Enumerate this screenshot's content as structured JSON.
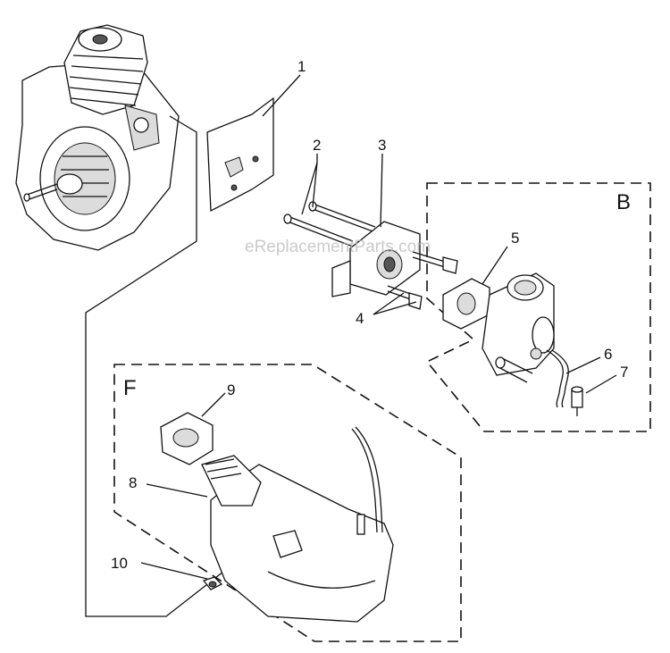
{
  "watermark": "eReplacementParts.com",
  "groups": [
    {
      "id": "B",
      "label": "B"
    },
    {
      "id": "F",
      "label": "F"
    }
  ],
  "callouts": [
    {
      "id": "c1",
      "label": "1"
    },
    {
      "id": "c2",
      "label": "2"
    },
    {
      "id": "c3",
      "label": "3"
    },
    {
      "id": "c4",
      "label": "4"
    },
    {
      "id": "c5",
      "label": "5"
    },
    {
      "id": "c6",
      "label": "6"
    },
    {
      "id": "c7",
      "label": "7"
    },
    {
      "id": "c8",
      "label": "8"
    },
    {
      "id": "c9",
      "label": "9"
    },
    {
      "id": "c10",
      "label": "10"
    }
  ]
}
